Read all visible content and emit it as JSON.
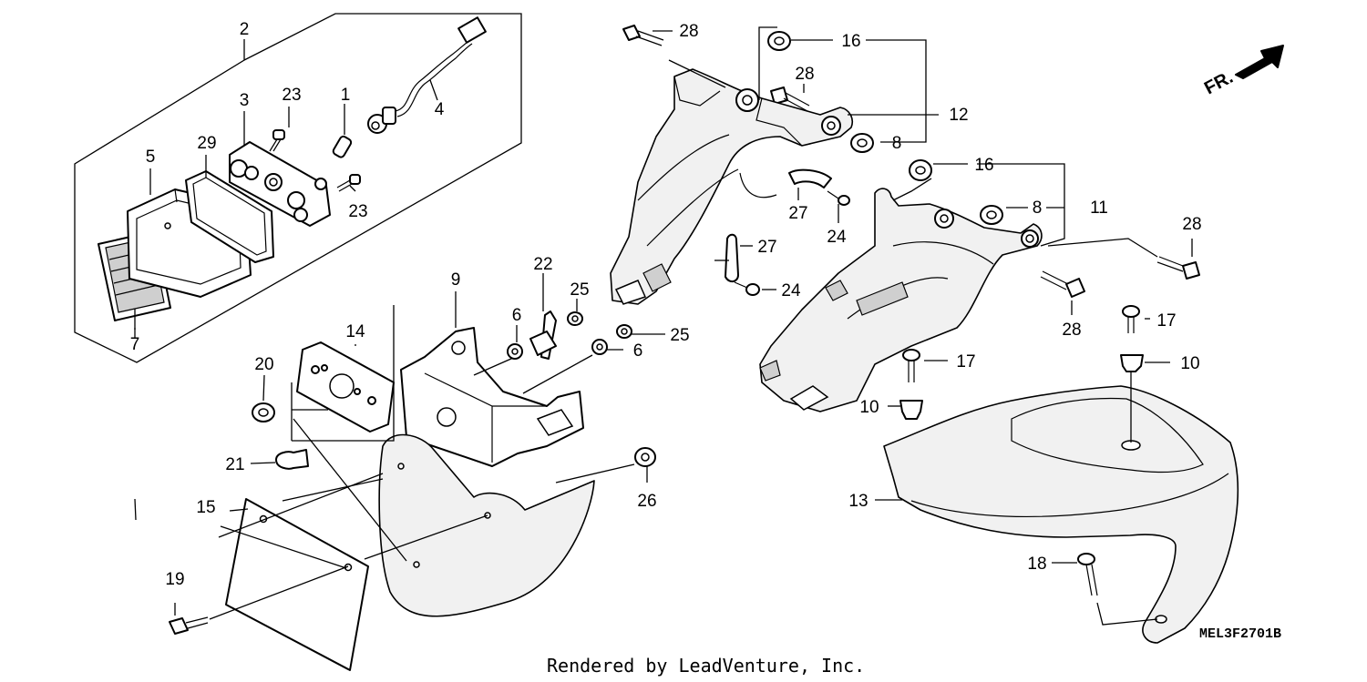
{
  "diagram": {
    "watermark": "Rendered by LeadVenture, Inc.",
    "code": "MEL3F2701B",
    "direction_arrow": "FR.",
    "callouts": [
      {
        "id": "c2",
        "text": "2"
      },
      {
        "id": "c3",
        "text": "3"
      },
      {
        "id": "c23a",
        "text": "23"
      },
      {
        "id": "c1",
        "text": "1"
      },
      {
        "id": "c4",
        "text": "4"
      },
      {
        "id": "c5",
        "text": "5"
      },
      {
        "id": "c29",
        "text": "29"
      },
      {
        "id": "c23b",
        "text": "23"
      },
      {
        "id": "c7",
        "text": "7"
      },
      {
        "id": "c9",
        "text": "9"
      },
      {
        "id": "c14",
        "text": "14"
      },
      {
        "id": "c20",
        "text": "20"
      },
      {
        "id": "c21",
        "text": "21"
      },
      {
        "id": "c15",
        "text": "15"
      },
      {
        "id": "c19",
        "text": "19"
      },
      {
        "id": "c22",
        "text": "22"
      },
      {
        "id": "c25a",
        "text": "25"
      },
      {
        "id": "c6a",
        "text": "6"
      },
      {
        "id": "c25b",
        "text": "25"
      },
      {
        "id": "c6b",
        "text": "6"
      },
      {
        "id": "c26",
        "text": "26"
      },
      {
        "id": "c28a",
        "text": "28"
      },
      {
        "id": "c16a",
        "text": "16"
      },
      {
        "id": "c28b",
        "text": "28"
      },
      {
        "id": "c12",
        "text": "12"
      },
      {
        "id": "c8a",
        "text": "8"
      },
      {
        "id": "c16b",
        "text": "16"
      },
      {
        "id": "c8b",
        "text": "8"
      },
      {
        "id": "c11",
        "text": "11"
      },
      {
        "id": "c27a",
        "text": "27"
      },
      {
        "id": "c24a",
        "text": "24"
      },
      {
        "id": "c27b",
        "text": "27"
      },
      {
        "id": "c24b",
        "text": "24"
      },
      {
        "id": "c28c",
        "text": "28"
      },
      {
        "id": "c28d",
        "text": "28"
      },
      {
        "id": "c17a",
        "text": "17"
      },
      {
        "id": "c17b",
        "text": "17"
      },
      {
        "id": "c10a",
        "text": "10"
      },
      {
        "id": "c10b",
        "text": "10"
      },
      {
        "id": "c13",
        "text": "13"
      },
      {
        "id": "c18",
        "text": "18"
      }
    ]
  }
}
